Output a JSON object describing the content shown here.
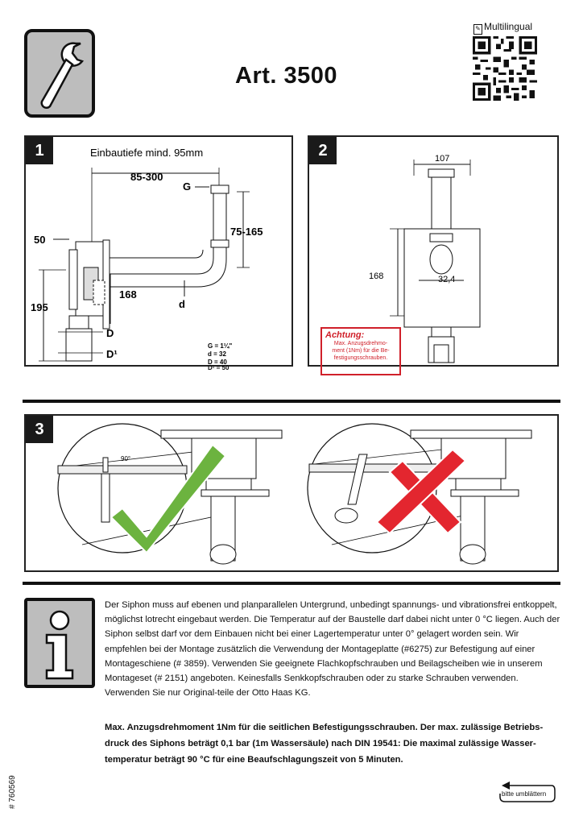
{
  "header": {
    "title": "Art. 3500",
    "multilingual_label": "Multilingual"
  },
  "panel1": {
    "number": "1",
    "depth_label": "Einbautiefe mind. 95mm",
    "dim_85_300": "85-300",
    "dim_G": "G",
    "dim_75_165": "75-165",
    "dim_50": "50",
    "dim_195": "195",
    "dim_168": "168",
    "dim_d": "d",
    "dim_D": "D",
    "dim_D1": "D¹",
    "spec_G": "G  = 1¼\"",
    "spec_d": "d  = 32",
    "spec_D": "D  = 40",
    "spec_D1": "D¹ = 50"
  },
  "panel2": {
    "number": "2",
    "dim_107": "107",
    "dim_168": "168",
    "dim_32_4": "32,4",
    "warning_title": "Achtung:",
    "warning_lines": [
      "Max. Anzugsdrehmo-",
      "ment (1Nm) für die Be-",
      "festigungsschrauben."
    ]
  },
  "panel3": {
    "number": "3",
    "angle_label": "90°"
  },
  "info": {
    "text": "Der Siphon muss auf ebenen und planparallelen Untergrund, unbedingt spannungs- und vibrationsfrei entkoppelt, möglichst lotrecht eingebaut werden. Die Temperatur auf der Baustelle darf dabei nicht unter 0 °C liegen. Auch der Siphon selbst darf vor dem Einbauen nicht bei einer Lagertemperatur unter 0° gelagert worden sein. Wir empfehlen bei der Montage zusätzlich die Verwendung der Montageplatte (#6275) zur Befestigung auf einer Montageschiene (# 3859). Verwenden Sie geeignete Flachkopfschrauben und Beilagscheiben wie in unserem Montageset (# 2151) angeboten. Keinesfalls Senkkopfschrauben oder zu starke Schrauben verwenden. Verwenden Sie nur Original-teile der Otto Haas KG.",
    "warning": "Max. Anzugsdrehmoment  1Nm für die seitlichen Befestigungsschrauben. Der max. zulässige Betriebs-druck des Siphons beträgt 0,1 bar (1m Wassersäule) nach DIN 19541: Die maximal zulässige Wasser-temperatur beträgt 90 °C für eine Beaufschlagungszeit von 5 Minuten."
  },
  "footer": {
    "doc_number": "# 760569",
    "turn_page": "bitte umblättern"
  },
  "colors": {
    "check_green": "#6cb33f",
    "cross_red": "#e3262f",
    "warning_red": "#d0202a",
    "icon_gray": "#bdbdbd"
  }
}
